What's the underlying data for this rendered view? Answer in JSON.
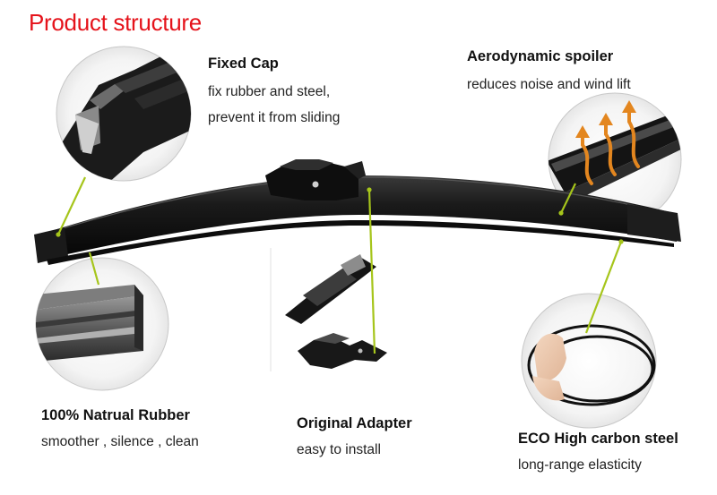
{
  "title": "Product structure",
  "features": {
    "fixed_cap": {
      "heading": "Fixed Cap",
      "lines": [
        "fix rubber and steel,",
        "prevent it from sliding"
      ]
    },
    "aero_spoiler": {
      "heading": "Aerodynamic spoiler",
      "lines": [
        "reduces noise and wind lift"
      ]
    },
    "rubber": {
      "heading": "100% Natrual Rubber",
      "lines": [
        "smoother , silence , clean"
      ]
    },
    "adapter": {
      "heading": "Original Adapter",
      "lines": [
        "easy to install"
      ]
    },
    "steel": {
      "heading": "ECO High carbon steel",
      "lines": [
        "long-range elasticity"
      ]
    }
  },
  "colors": {
    "title": "#e5131b",
    "callout_line": "#a6c51b",
    "arrow": "#e3861f"
  }
}
